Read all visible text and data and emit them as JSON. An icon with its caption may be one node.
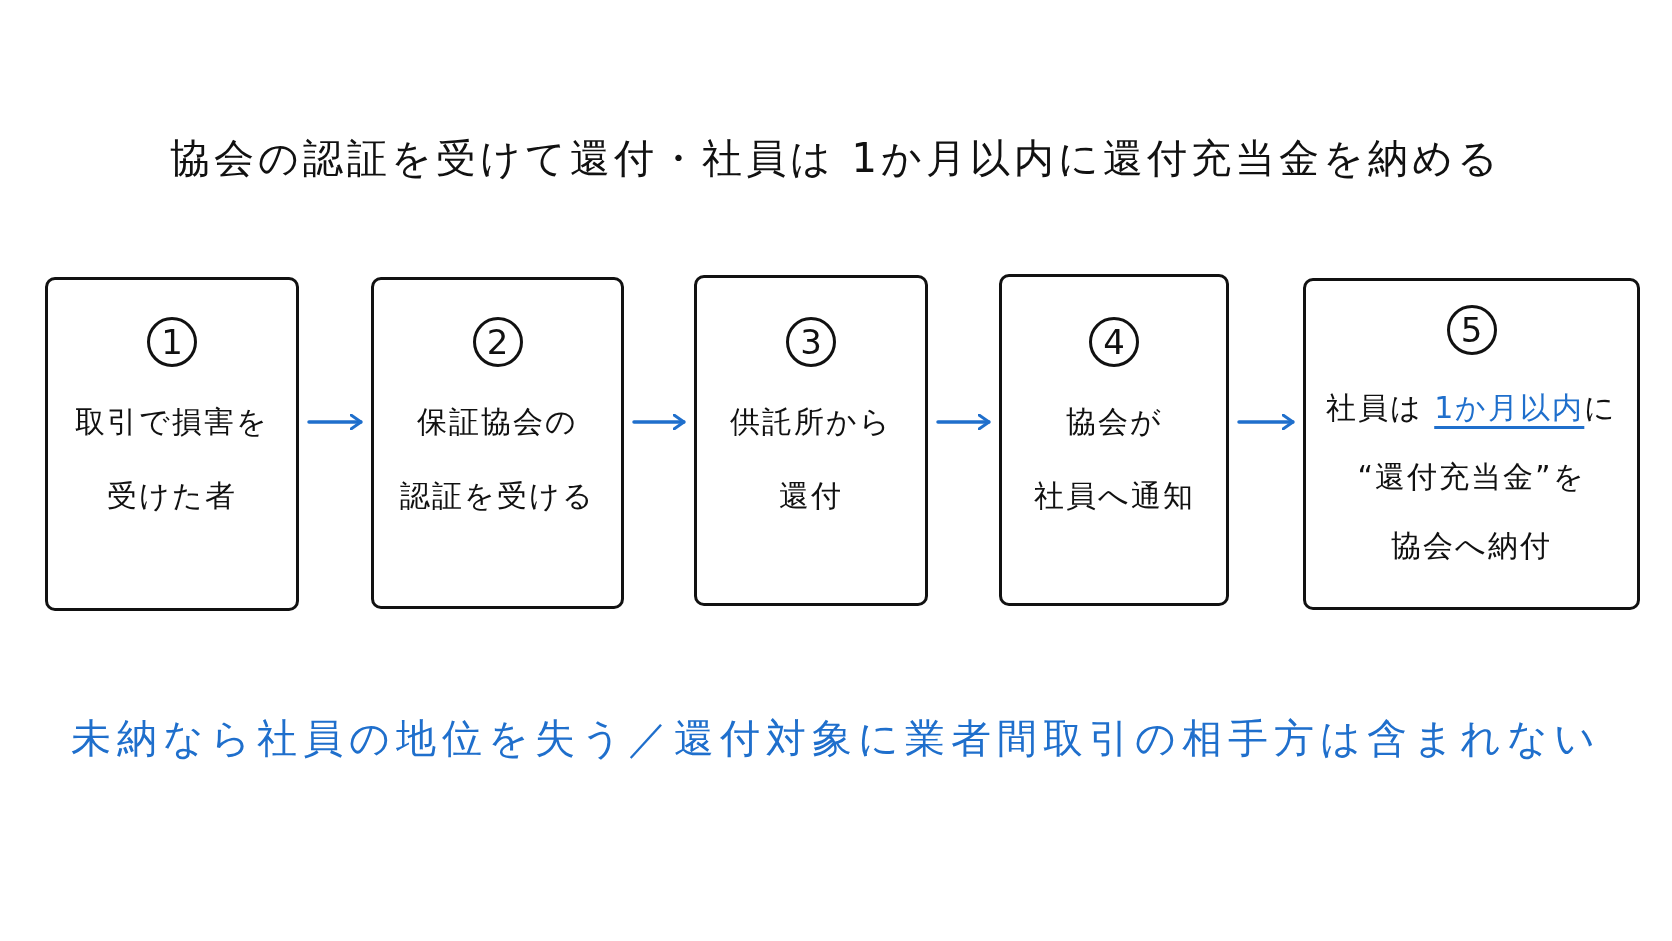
{
  "diagram": {
    "title": "協会の認証を受けて還付・社員は 1か月以内に還付充当金を納める",
    "nodes": [
      {
        "text": [
          "1",
          "取引で損害を受けた者"
        ]
      },
      {
        "text": [
          "2",
          "保証協会の認証を受ける"
        ]
      },
      {
        "text": [
          "3",
          "供託所から還付"
        ]
      },
      {
        "text": [
          "4",
          "協会が社員へ通知"
        ]
      },
      {
        "text": [
          "5",
          "社員は **1か月以内**に“還付充当金”を協会へ納付"
        ]
      }
    ],
    "edges": [
      {
        "from": 0,
        "to": 1,
        "arrow": "to"
      },
      {
        "from": 1,
        "to": 2,
        "arrow": "to"
      },
      {
        "from": 2,
        "to": 3,
        "arrow": "to"
      },
      {
        "from": 3,
        "to": 4,
        "arrow": "to"
      }
    ],
    "labels": [
      "未納なら社員の地位を失う／還付対象に業者間取引の相手方は含まれない"
    ]
  }
}
